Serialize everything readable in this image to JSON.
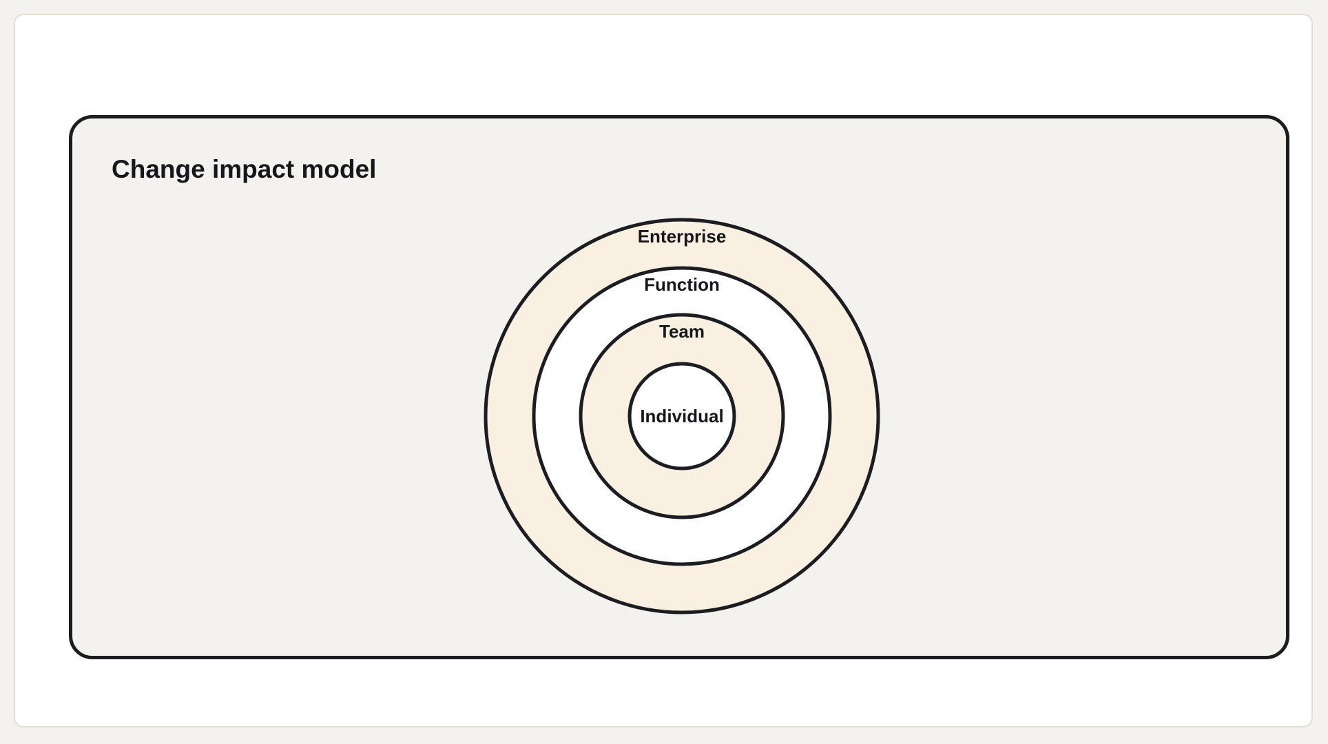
{
  "diagram": {
    "title": "Change impact model",
    "colors": {
      "stroke": "#1c1d22",
      "cream": "#f9f0e1",
      "white": "#ffffff",
      "text": "#16171c"
    },
    "rings": [
      {
        "label": "Enterprise",
        "fill": "#f9f0e1"
      },
      {
        "label": "Function",
        "fill": "#ffffff"
      },
      {
        "label": "Team",
        "fill": "#f9f0e1"
      },
      {
        "label": "Individual",
        "fill": "#ffffff"
      }
    ]
  }
}
